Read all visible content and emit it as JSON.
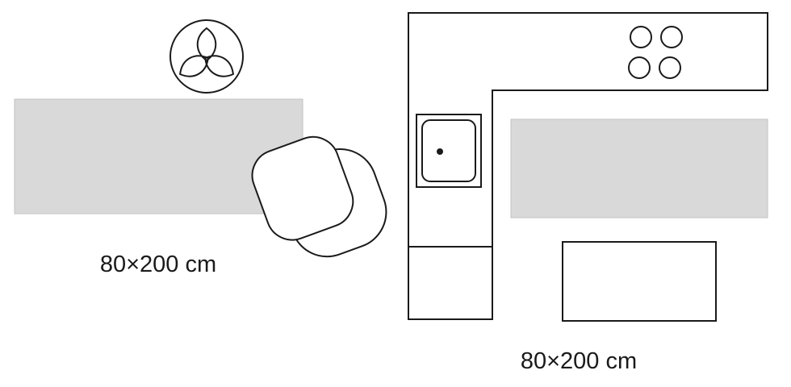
{
  "diagram": {
    "title": "rug-size-placement-diagram",
    "left_scene": {
      "name": "living-room-scene",
      "rug_label": "80×200 cm"
    },
    "right_scene": {
      "name": "kitchen-scene",
      "rug_label": "80×200 cm"
    }
  },
  "colors": {
    "rug_fill": "#d9d9d9",
    "rug_edge": "#c2c2c2",
    "outline": "#1a1a1a",
    "background": "#ffffff"
  }
}
